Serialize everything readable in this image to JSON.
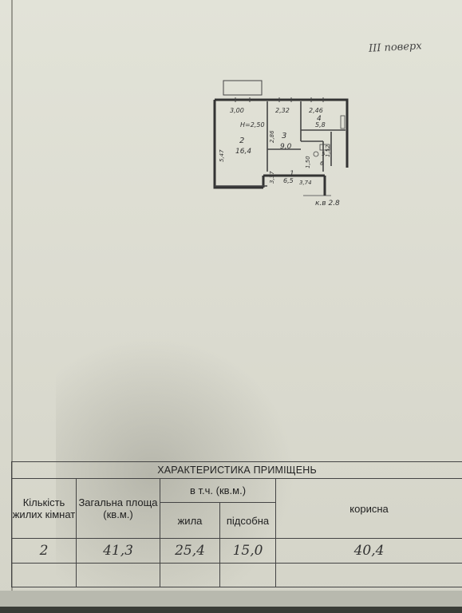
{
  "floor_label": "ІІІ поверх",
  "plan": {
    "room_numbers": [
      "1",
      "2",
      "3",
      "4",
      "5",
      "6"
    ],
    "dimensions": [
      "3,00",
      "2,32",
      "2,46",
      "5,47",
      "2,86",
      "2,50",
      "3,37",
      "3,74",
      "1,52",
      "1,50"
    ],
    "height": "H=2,50",
    "areas": [
      "6,5",
      "16,4",
      "9,0",
      "5,8"
    ],
    "ceiling_note": "к.в 2.8"
  },
  "table": {
    "title": "ХАРАКТЕРИСТИКА ПРИМІЩЕНЬ",
    "col_rooms": "Кількість жилих кімнат",
    "col_total": "Загальна площа (кв.м.)",
    "col_incl": "в т.ч. (кв.м.)",
    "col_living": "жила",
    "col_aux": "підсобна",
    "col_useful": "корисна",
    "values": {
      "rooms": "2",
      "total": "41,3",
      "living": "25,4",
      "aux": "15,0",
      "useful": "40,4"
    }
  }
}
